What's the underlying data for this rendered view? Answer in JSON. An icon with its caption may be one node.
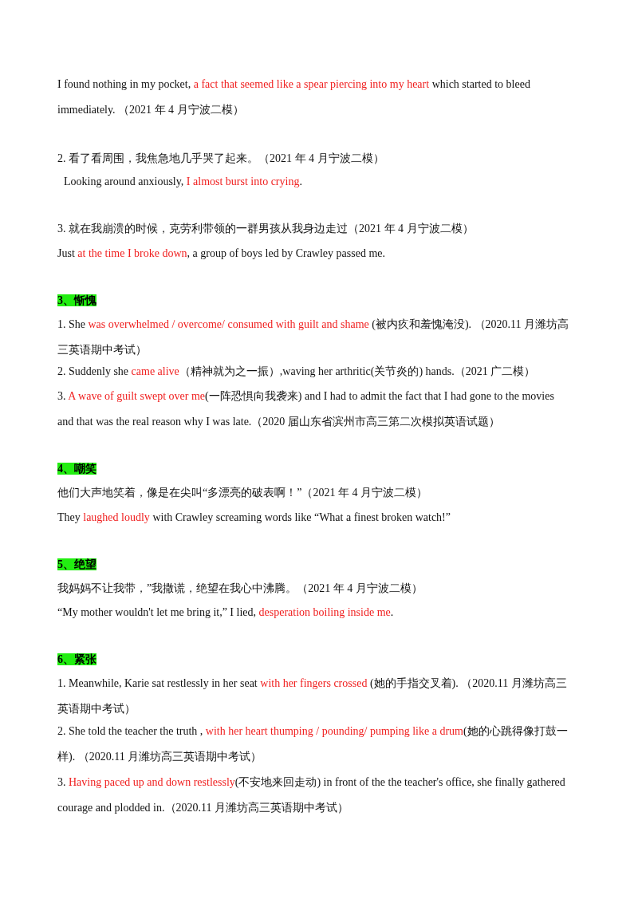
{
  "diagram": {
    "labels": [
      "I found nothing in my pocket,",
      "a fact that seemed like a spear piercing into my heart",
      "which started to bleed immediately. （2021 年 4 月宁波二模）",
      "2. 看了看周围，我焦急地几乎哭了起来。（2021 年 4 月宁波二模）",
      "Looking around anxiously,",
      "I almost burst into crying",
      ".",
      "3. 就在我崩溃的时候，克劳利带领的一群男孩从我身边走过（2021 年 4 月宁波二模）",
      "Just",
      "at the time I broke down",
      ", a group of boys led by Crawley passed me.",
      "3、惭愧",
      "1. She",
      "was overwhelmed / overcome/ consumed with guilt and shame",
      "(被内疚和羞愧淹没). （2020.11 月潍坊高三英语期中考试）",
      "2. Suddenly she",
      "came alive",
      "（精神就为之一振）,waving her arthritic(关节炎的) hands.（2021 广二模）",
      "3.",
      "A wave of guilt swept over me",
      "(一阵恐惧向我袭来) and I had to admit the fact that I had gone to the movies and that was the real reason why I was late.（2020 届山东省滨州市高三第二次模拟英语试题）",
      "4、嘲笑",
      "他们大声地笑着，像是在尖叫“多漂亮的破表啊！”（2021 年 4 月宁波二模）",
      "They",
      "laughed loudly",
      "with Crawley screaming words like “What a finest broken watch!”",
      "5、绝望",
      "我妈妈不让我带，”我撒谎，绝望在我心中沸腾。（2021 年 4 月宁波二模）",
      "“My mother wouldn't let me bring it,” I lied,",
      "desperation boiling inside me",
      ".",
      "6、紧张",
      "1. Meanwhile, Karie sat restlessly in her seat",
      "with her fingers crossed",
      "(她的手指交叉着). （2020.11 月潍坊高三英语期中考试）",
      "2. She told the teacher the truth ,",
      "with her heart thumping / pounding/ pumping like a drum",
      "(她的心跳得像打鼓一样). （2020.11 月潍坊高三英语期中考试）",
      "3.",
      "Having paced up and down restlessly",
      "(不安地来回走动) in front of the the teacher's office, she finally gathered courage and plodded in.（2020.11 月潍坊高三英语期中考试）"
    ]
  }
}
